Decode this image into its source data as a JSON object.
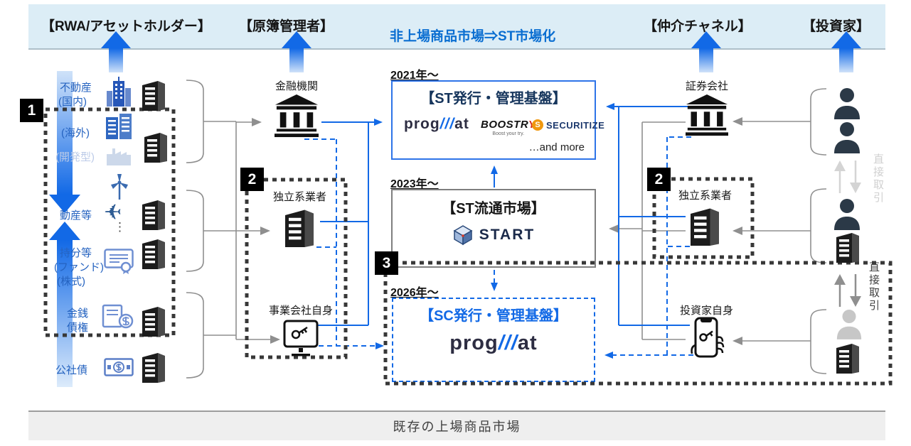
{
  "colors": {
    "accent_blue": "#1269e6",
    "bar_bg": "#dcedf6",
    "gray_line": "#8f8f8f",
    "dash_black": "#383838",
    "navy": "#17365d"
  },
  "header": {
    "rwa": "【RWA/アセットホルダー】",
    "registry": "【原簿管理者】",
    "market_shift": "非上場商品市場⇒ST市場化",
    "channel": "【仲介チャネル】",
    "investors": "【投資家】"
  },
  "badges": {
    "b1": "1",
    "b2l": "2",
    "b2r": "2",
    "b3": "3"
  },
  "assets": {
    "real_estate": "不動産",
    "domestic": "(国内)",
    "overseas": "(海外)",
    "development": "(開発型)",
    "movables": "動産等",
    "dots": "⋮",
    "equity": "持分等",
    "fund": "(ファンド)",
    "stock": "(株式)",
    "monetary_a": "金銭",
    "monetary_b": "債権",
    "bonds": "公社債"
  },
  "registry": {
    "bank": "金融機関",
    "independent": "独立系業者",
    "business_self": "事業会社自身"
  },
  "channel": {
    "securities": "証券会社",
    "independent": "独立系業者",
    "investor_self": "投資家自身"
  },
  "investors": {
    "direct_top": "直接取引",
    "direct_bottom": "直接取引"
  },
  "platforms": {
    "st_issue": {
      "year": "2021年〜",
      "title": "【ST発行・管理基盤】",
      "progmat": {
        "pre": "prog",
        "slash": "///",
        "post": "at"
      },
      "boostry": {
        "name_main": "BOOSTR",
        "name_y": "Y",
        "tagline": "Boost your try."
      },
      "securitize": {
        "badge": "S",
        "name": "SECURITIZE"
      },
      "more": "…and more"
    },
    "st_market": {
      "year": "2023年〜",
      "title": "【ST流通市場】",
      "logo": "START"
    },
    "sc_issue": {
      "year": "2026年〜",
      "title": "【SC発行・管理基盤】",
      "progmat": {
        "pre": "prog",
        "slash": "///",
        "post": "at"
      }
    }
  },
  "footer": {
    "label": "既存の上場商品市場"
  }
}
